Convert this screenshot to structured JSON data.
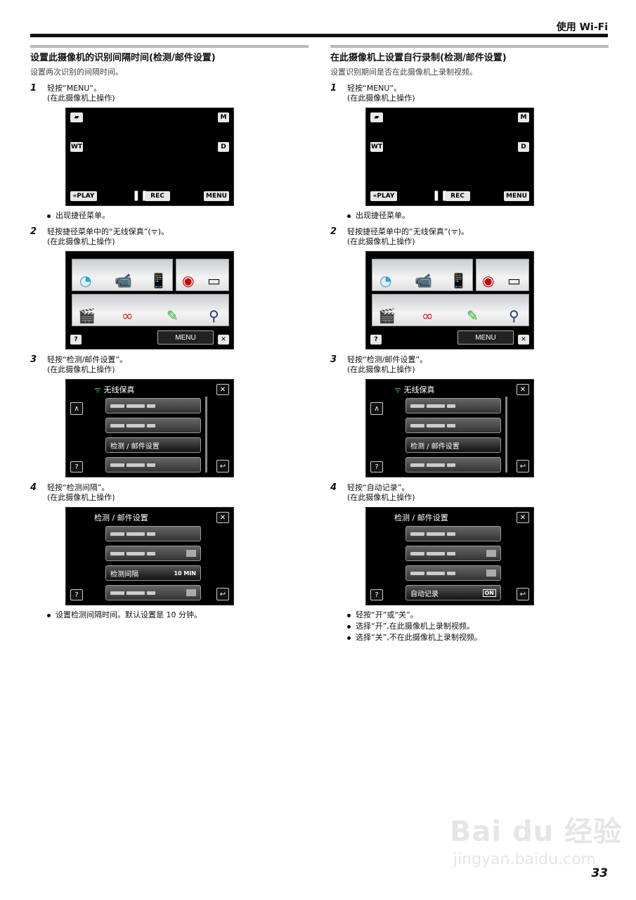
{
  "header": {
    "title": "使用 Wi-Fi"
  },
  "left": {
    "title": "设置此摄像机的识别间隔时间(检测/邮件设置)",
    "subtitle": "设置两次识别的间隔时间。",
    "steps": [
      {
        "num": "1",
        "text": "轻按“MENU”。",
        "sub": "(在此摄像机上操作)",
        "bullets": [
          "出现捷径菜单。"
        ]
      },
      {
        "num": "2",
        "text": "轻按捷径菜单中的“无线保真”(ᯤ)。",
        "sub": "(在此摄像机上操作)"
      },
      {
        "num": "3",
        "text": "轻按“检测/邮件设置”。",
        "sub": "(在此摄像机上操作)"
      },
      {
        "num": "4",
        "text": "轻按“检测间隔”。",
        "sub": "(在此摄像机上操作)",
        "bullets": [
          "设置检测间隔时间。默认设置是 10 分钟。"
        ]
      }
    ]
  },
  "right": {
    "title": "在此摄像机上设置自行录制(检测/邮件设置)",
    "subtitle": "设置识别期间是否在此摄像机上录制视频。",
    "steps": [
      {
        "num": "1",
        "text": "轻按“MENU”。",
        "sub": "(在此摄像机上操作)",
        "bullets": [
          "出现捷径菜单。"
        ]
      },
      {
        "num": "2",
        "text": "轻按捷径菜单中的“无线保真”(ᯤ)。",
        "sub": "(在此摄像机上操作)"
      },
      {
        "num": "3",
        "text": "轻按“检测/邮件设置”。",
        "sub": "(在此摄像机上操作)"
      },
      {
        "num": "4",
        "text": "轻按“自动记录”。",
        "sub": "(在此摄像机上操作)",
        "bullets": [
          "轻按“开”或“关”。",
          "选择“开”,在此摄像机上录制视频。",
          "选择“关”,不在此摄像机上录制视频。"
        ]
      }
    ]
  },
  "camera_screen": {
    "m": "M",
    "wt": "WT",
    "d": "D",
    "play": "«PLAY",
    "rec": "REC",
    "menu": "MENU"
  },
  "shortcut_screen": {
    "menu": "MENU",
    "help": "?",
    "close": "✕"
  },
  "wifi_menu": {
    "title": "无线保真",
    "selected_item": "检测 / 邮件设置",
    "help": "?",
    "close": "✕",
    "up": "∧",
    "back": "↩"
  },
  "detect_menu": {
    "title": "检测 / 邮件设置",
    "left_item": "检测间隔",
    "left_value": "10 MIN",
    "right_item": "自动记录",
    "right_value": "ON",
    "help": "?",
    "close": "✕",
    "back": "↩"
  },
  "watermark": {
    "brand": "Bai du 经验",
    "url": "jingyan.baidu.com"
  },
  "page_number": "33"
}
